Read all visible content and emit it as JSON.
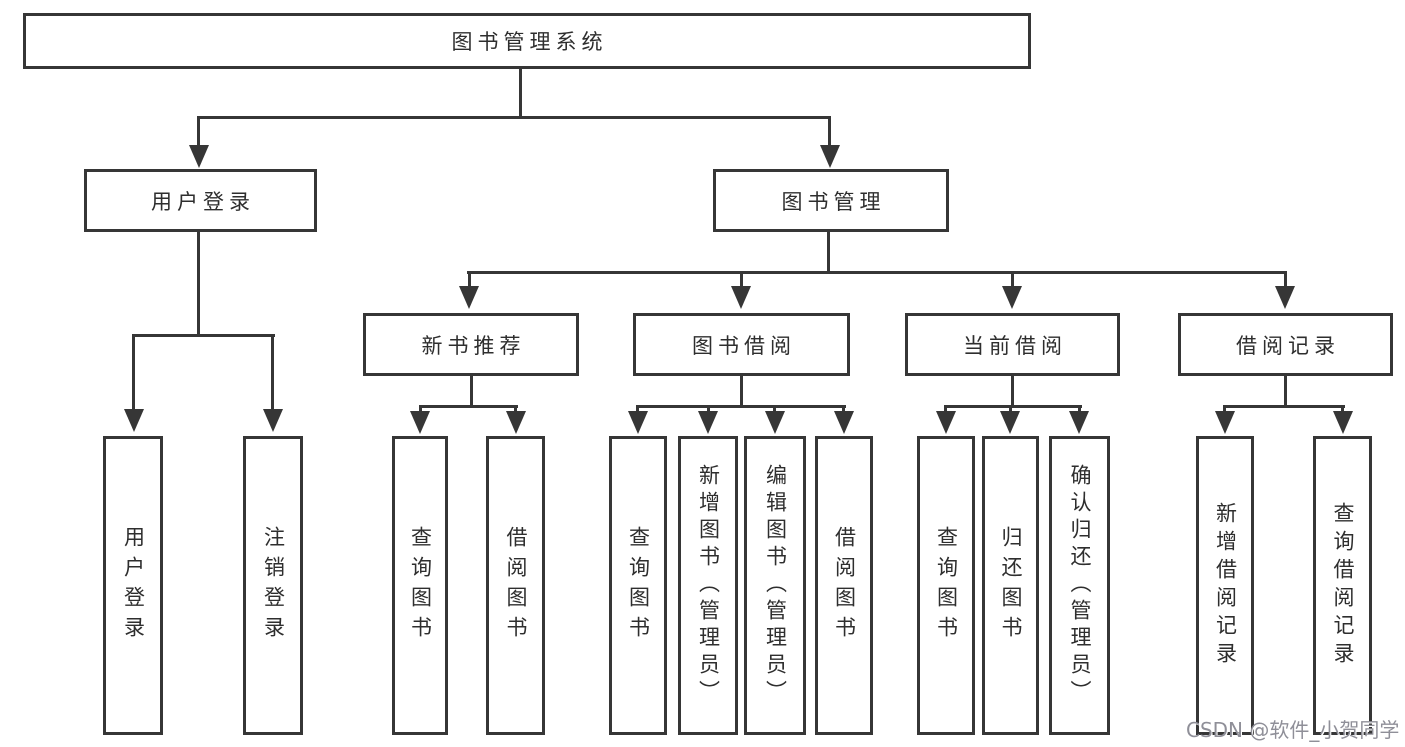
{
  "colors": {
    "line": "#363636",
    "text": "#2e2e2e",
    "watermark": "#8f8f98"
  },
  "root": {
    "label": "图书管理系统"
  },
  "level2": {
    "user_login": {
      "label": "用户登录"
    },
    "book_mgmt": {
      "label": "图书管理"
    }
  },
  "level3": {
    "new_book_rec": {
      "label": "新书推荐"
    },
    "book_borrow": {
      "label": "图书借阅"
    },
    "current_borrow": {
      "label": "当前借阅"
    },
    "borrow_record": {
      "label": "借阅记录"
    }
  },
  "leaves": {
    "login": {
      "label": "用户登录"
    },
    "logout": {
      "label": "注销登录"
    },
    "rec_query_book": {
      "label": "查询图书"
    },
    "rec_borrow_book": {
      "label": "借阅图书"
    },
    "bb_query_book": {
      "label": "查询图书"
    },
    "bb_add_book": {
      "label": "新增图书（管理员）"
    },
    "bb_edit_book": {
      "label": "编辑图书（管理员）"
    },
    "bb_borrow_book": {
      "label": "借阅图书"
    },
    "cb_query_book": {
      "label": "查询图书"
    },
    "cb_return_book": {
      "label": "归还图书"
    },
    "cb_confirm_return": {
      "label": "确认归还（管理员）"
    },
    "br_add_record": {
      "label": "新增借阅记录"
    },
    "br_query_record": {
      "label": "查询借阅记录"
    }
  },
  "watermark": {
    "label": "CSDN @软件_小贺同学"
  }
}
